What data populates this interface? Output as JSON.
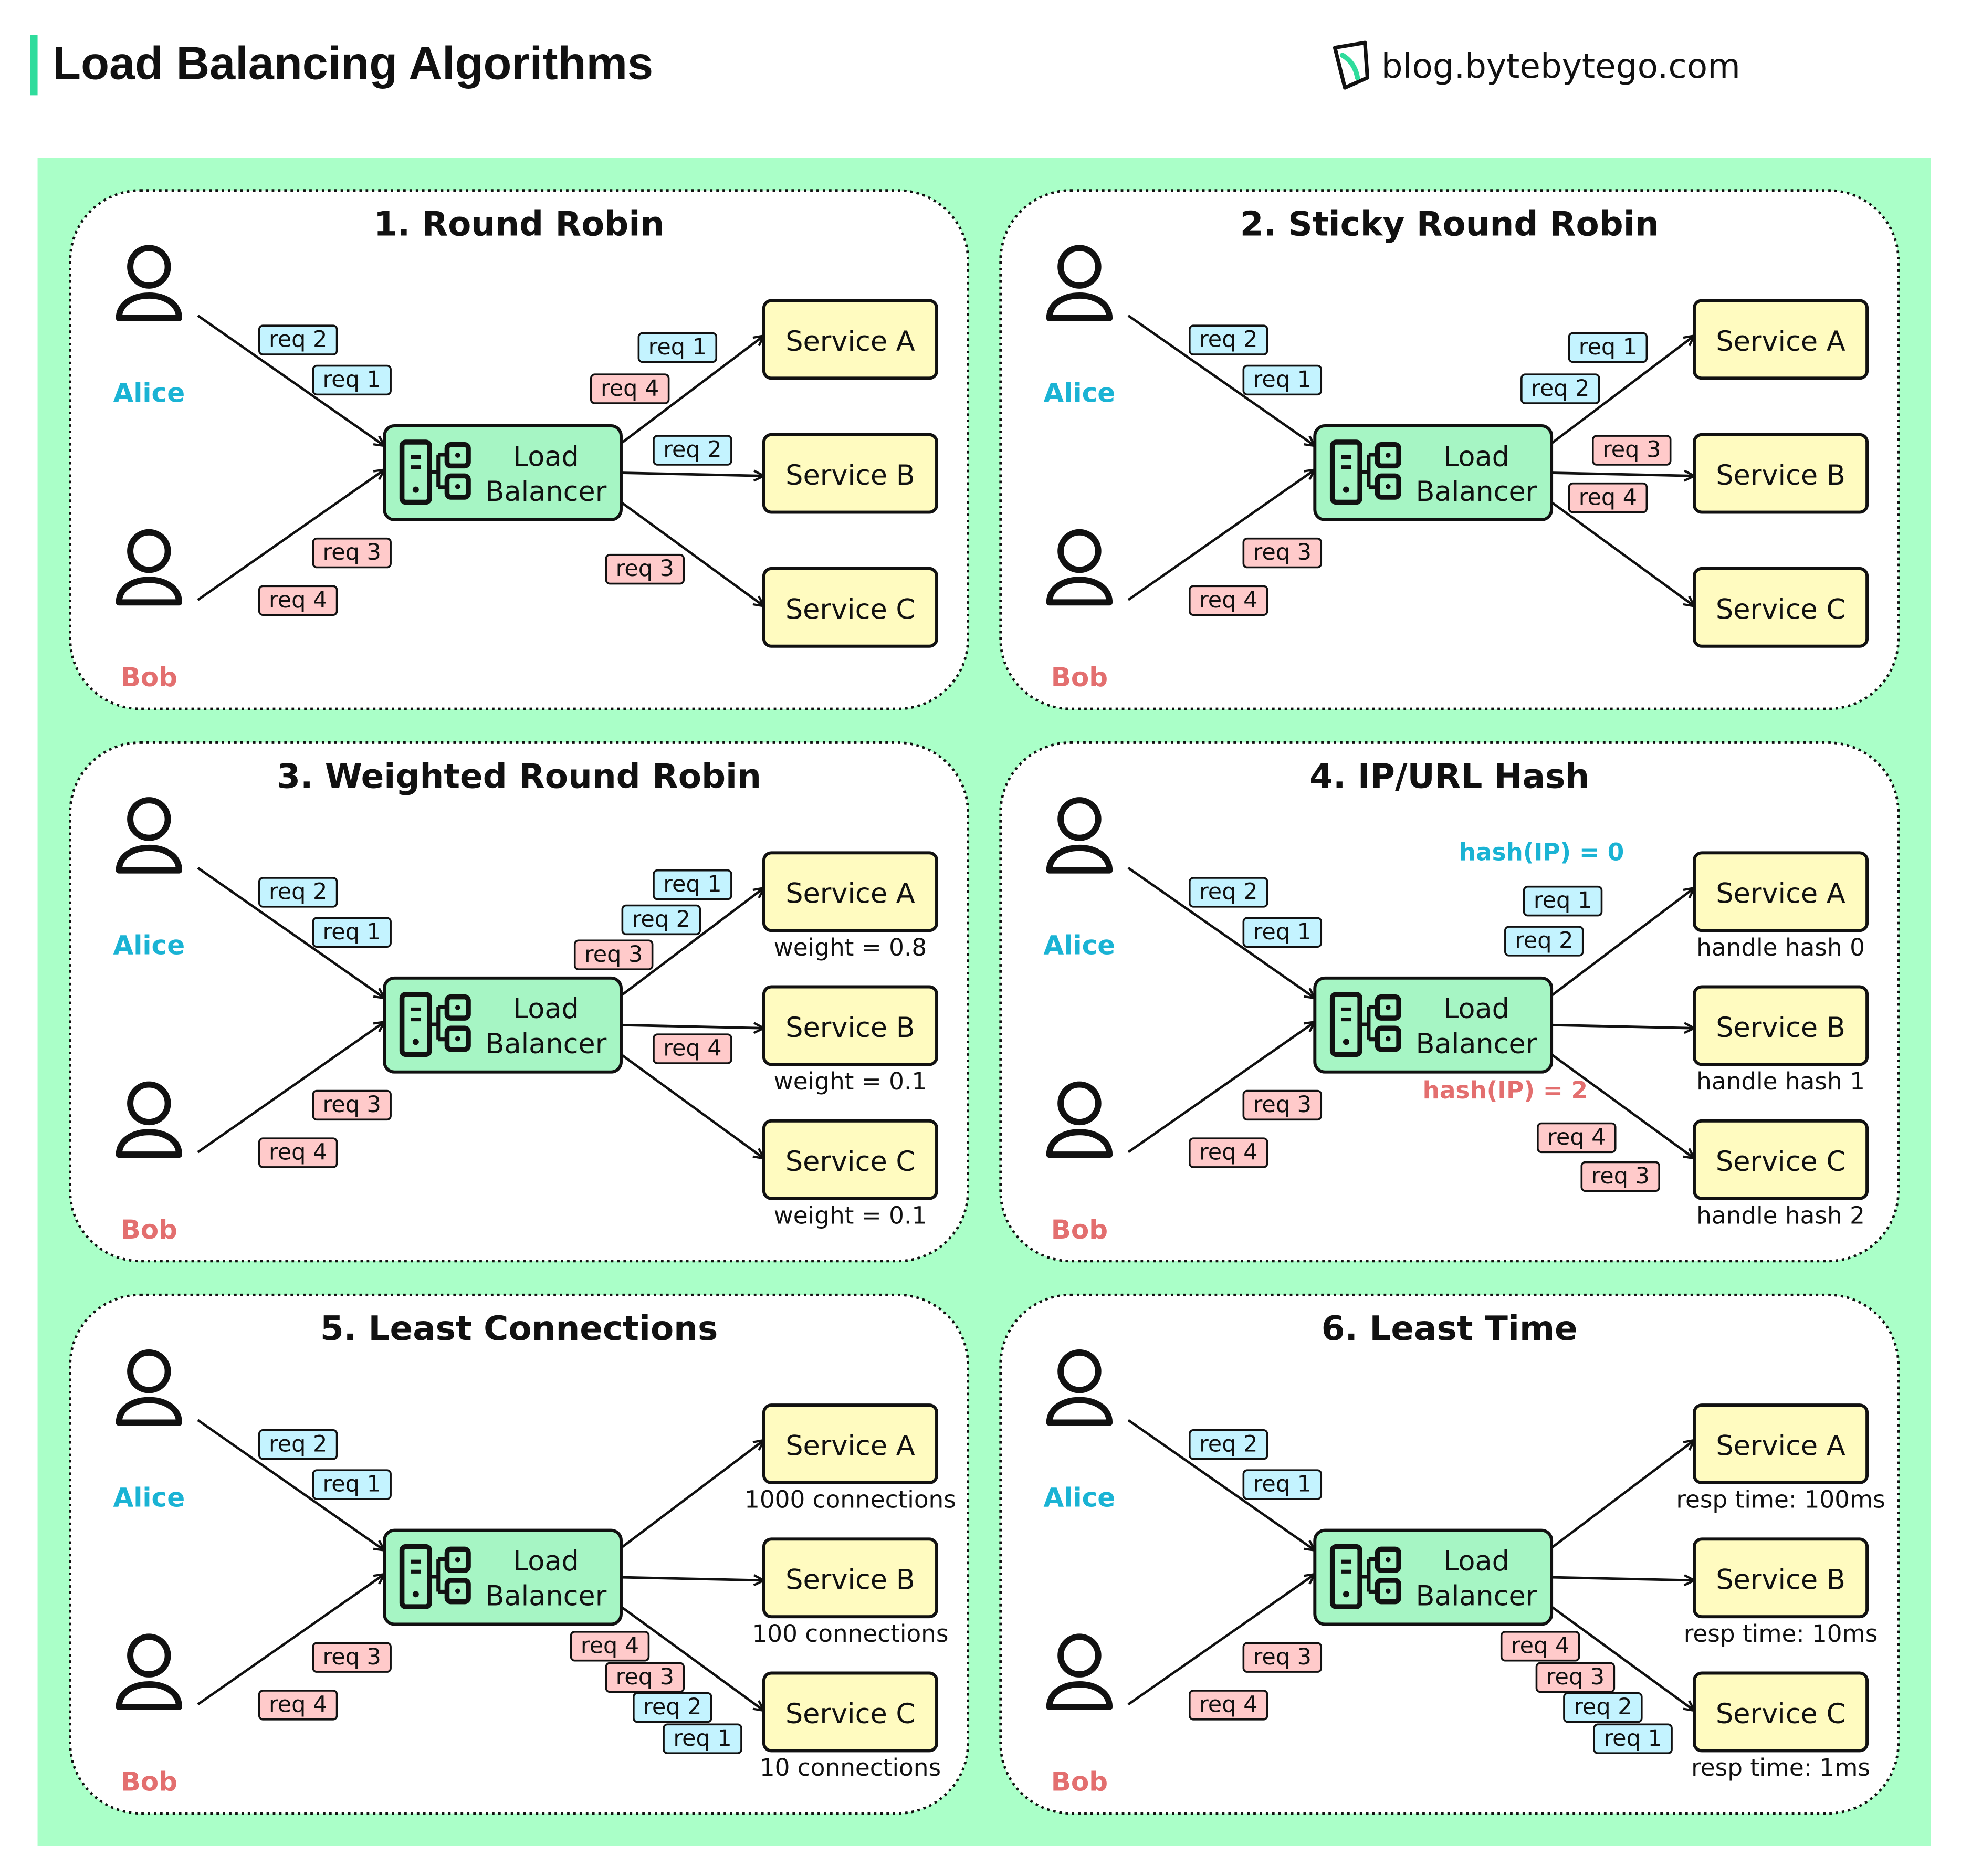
{
  "header": {
    "title": "Load Balancing Algorithms",
    "brand": "blog.bytebytego.com",
    "brand_icon": "bytebytego-logo-icon",
    "accent_color": "#2fdc9c"
  },
  "colors": {
    "background_panel": "#aaffc8",
    "service_fill": "#fffbc0",
    "lb_fill": "#a6f5c4",
    "alice_color": "#1ab3d4",
    "bob_color": "#e36f6f",
    "blue_tag_fill": "#c4f3ff",
    "red_tag_fill": "#ffcaca",
    "stroke": "#111111"
  },
  "common": {
    "alice": "Alice",
    "bob": "Bob",
    "lb_line1": "Load",
    "lb_line2": "Balancer",
    "service_a": "Service A",
    "service_b": "Service B",
    "service_c": "Service C"
  },
  "panels": [
    {
      "title": "1. Round Robin",
      "client_tags": [
        {
          "text": "req 2",
          "color": "blue",
          "slot": "alice1"
        },
        {
          "text": "req 1",
          "color": "blue",
          "slot": "alice2"
        },
        {
          "text": "req 3",
          "color": "red",
          "slot": "bob1"
        },
        {
          "text": "req 4",
          "color": "red",
          "slot": "bob2"
        }
      ],
      "service_tags": [
        {
          "text": "req 1",
          "color": "blue",
          "slot": "a1"
        },
        {
          "text": "req 4",
          "color": "red",
          "slot": "a2"
        },
        {
          "text": "req 2",
          "color": "blue",
          "slot": "b1"
        },
        {
          "text": "req 3",
          "color": "red",
          "slot": "c1"
        }
      ],
      "notes": [],
      "service_captions": [
        "",
        "",
        ""
      ]
    },
    {
      "title": "2. Sticky Round Robin",
      "client_tags": [
        {
          "text": "req 2",
          "color": "blue",
          "slot": "alice1"
        },
        {
          "text": "req 1",
          "color": "blue",
          "slot": "alice2"
        },
        {
          "text": "req 3",
          "color": "red",
          "slot": "bob1"
        },
        {
          "text": "req 4",
          "color": "red",
          "slot": "bob2"
        }
      ],
      "service_tags": [
        {
          "text": "req 1",
          "color": "blue",
          "slot": "a1"
        },
        {
          "text": "req 2",
          "color": "blue",
          "slot": "a2"
        },
        {
          "text": "req 3",
          "color": "red",
          "slot": "b1s"
        },
        {
          "text": "req 4",
          "color": "red",
          "slot": "b2s"
        }
      ],
      "notes": [],
      "service_captions": [
        "",
        "",
        ""
      ]
    },
    {
      "title": "3. Weighted Round Robin",
      "client_tags": [
        {
          "text": "req 2",
          "color": "blue",
          "slot": "alice1"
        },
        {
          "text": "req 1",
          "color": "blue",
          "slot": "alice2"
        },
        {
          "text": "req 3",
          "color": "red",
          "slot": "bob1"
        },
        {
          "text": "req 4",
          "color": "red",
          "slot": "bob2"
        }
      ],
      "service_tags": [
        {
          "text": "req 1",
          "color": "blue",
          "slot": "w1"
        },
        {
          "text": "req 2",
          "color": "blue",
          "slot": "w2"
        },
        {
          "text": "req 3",
          "color": "red",
          "slot": "w3"
        },
        {
          "text": "req 4",
          "color": "red",
          "slot": "wb"
        }
      ],
      "notes": [],
      "service_captions": [
        "weight = 0.8",
        "weight = 0.1",
        "weight = 0.1"
      ]
    },
    {
      "title": "4. IP/URL Hash",
      "client_tags": [
        {
          "text": "req 2",
          "color": "blue",
          "slot": "alice1"
        },
        {
          "text": "req 1",
          "color": "blue",
          "slot": "alice2"
        },
        {
          "text": "req 3",
          "color": "red",
          "slot": "bob1"
        },
        {
          "text": "req 4",
          "color": "red",
          "slot": "bob2"
        }
      ],
      "service_tags": [
        {
          "text": "req 1",
          "color": "blue",
          "slot": "h1"
        },
        {
          "text": "req 2",
          "color": "blue",
          "slot": "h2"
        },
        {
          "text": "req 4",
          "color": "red",
          "slot": "h3"
        },
        {
          "text": "req 3",
          "color": "red",
          "slot": "h4"
        }
      ],
      "notes": [
        {
          "text": "hash(IP) = 0",
          "color": "blue",
          "slot": "top"
        },
        {
          "text": "hash(IP) = 2",
          "color": "red",
          "slot": "bottom"
        }
      ],
      "service_captions": [
        "handle hash 0",
        "handle hash 1",
        "handle hash 2"
      ]
    },
    {
      "title": "5. Least Connections",
      "client_tags": [
        {
          "text": "req 2",
          "color": "blue",
          "slot": "alice1"
        },
        {
          "text": "req 1",
          "color": "blue",
          "slot": "alice2"
        },
        {
          "text": "req 3",
          "color": "red",
          "slot": "bob1"
        },
        {
          "text": "req 4",
          "color": "red",
          "slot": "bob2"
        }
      ],
      "service_tags": [
        {
          "text": "req 4",
          "color": "red",
          "slot": "l1"
        },
        {
          "text": "req 3",
          "color": "red",
          "slot": "l2"
        },
        {
          "text": "req 2",
          "color": "blue",
          "slot": "l3"
        },
        {
          "text": "req 1",
          "color": "blue",
          "slot": "l4"
        }
      ],
      "notes": [],
      "service_captions": [
        "1000 connections",
        "100 connections",
        "10 connections"
      ]
    },
    {
      "title": "6. Least Time",
      "client_tags": [
        {
          "text": "req 2",
          "color": "blue",
          "slot": "alice1"
        },
        {
          "text": "req 1",
          "color": "blue",
          "slot": "alice2"
        },
        {
          "text": "req 3",
          "color": "red",
          "slot": "bob1"
        },
        {
          "text": "req 4",
          "color": "red",
          "slot": "bob2"
        }
      ],
      "service_tags": [
        {
          "text": "req 4",
          "color": "red",
          "slot": "l1"
        },
        {
          "text": "req 3",
          "color": "red",
          "slot": "l2"
        },
        {
          "text": "req 2",
          "color": "blue",
          "slot": "l3"
        },
        {
          "text": "req 1",
          "color": "blue",
          "slot": "l4"
        }
      ],
      "notes": [],
      "service_captions": [
        "resp time: 100ms",
        "resp time: 10ms",
        "resp time: 1ms"
      ]
    }
  ]
}
